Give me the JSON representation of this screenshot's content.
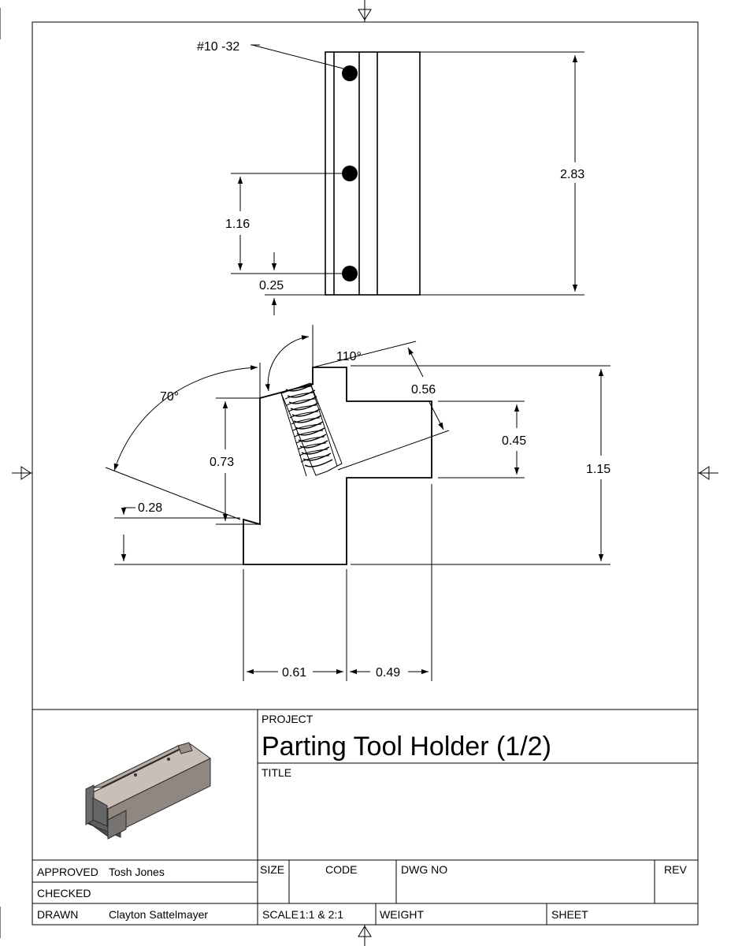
{
  "views": {
    "top": {
      "thread_callout": "#10 -32",
      "dim_overall_length": "2.83",
      "dim_hole_spacing": "1.16",
      "dim_hole_offset": "0.25"
    },
    "front": {
      "angle_top": "110°",
      "angle_left": "70°",
      "dim_chamfer": "0.56",
      "dim_right_step": "0.45",
      "dim_overall_height": "1.15",
      "dim_left_height": "0.73",
      "dim_lip": "0.28",
      "dim_left_width": "0.61",
      "dim_right_width": "0.49"
    }
  },
  "title_block": {
    "project_label": "PROJECT",
    "project": "Parting Tool Holder (1/2)",
    "title_label": "TITLE",
    "approved_label": "APPROVED",
    "approved_name": "Tosh Jones",
    "checked_label": "CHECKED",
    "drawn_label": "DRAWN",
    "drawn_name": "Clayton Sattelmayer",
    "size_label": "SIZE",
    "code_label": "CODE",
    "dwg_no_label": "DWG NO",
    "rev_label": "REV",
    "scale_label": "SCALE",
    "scale_value": "1:1 & 2:1",
    "weight_label": "WEIGHT",
    "sheet_label": "SHEET"
  }
}
